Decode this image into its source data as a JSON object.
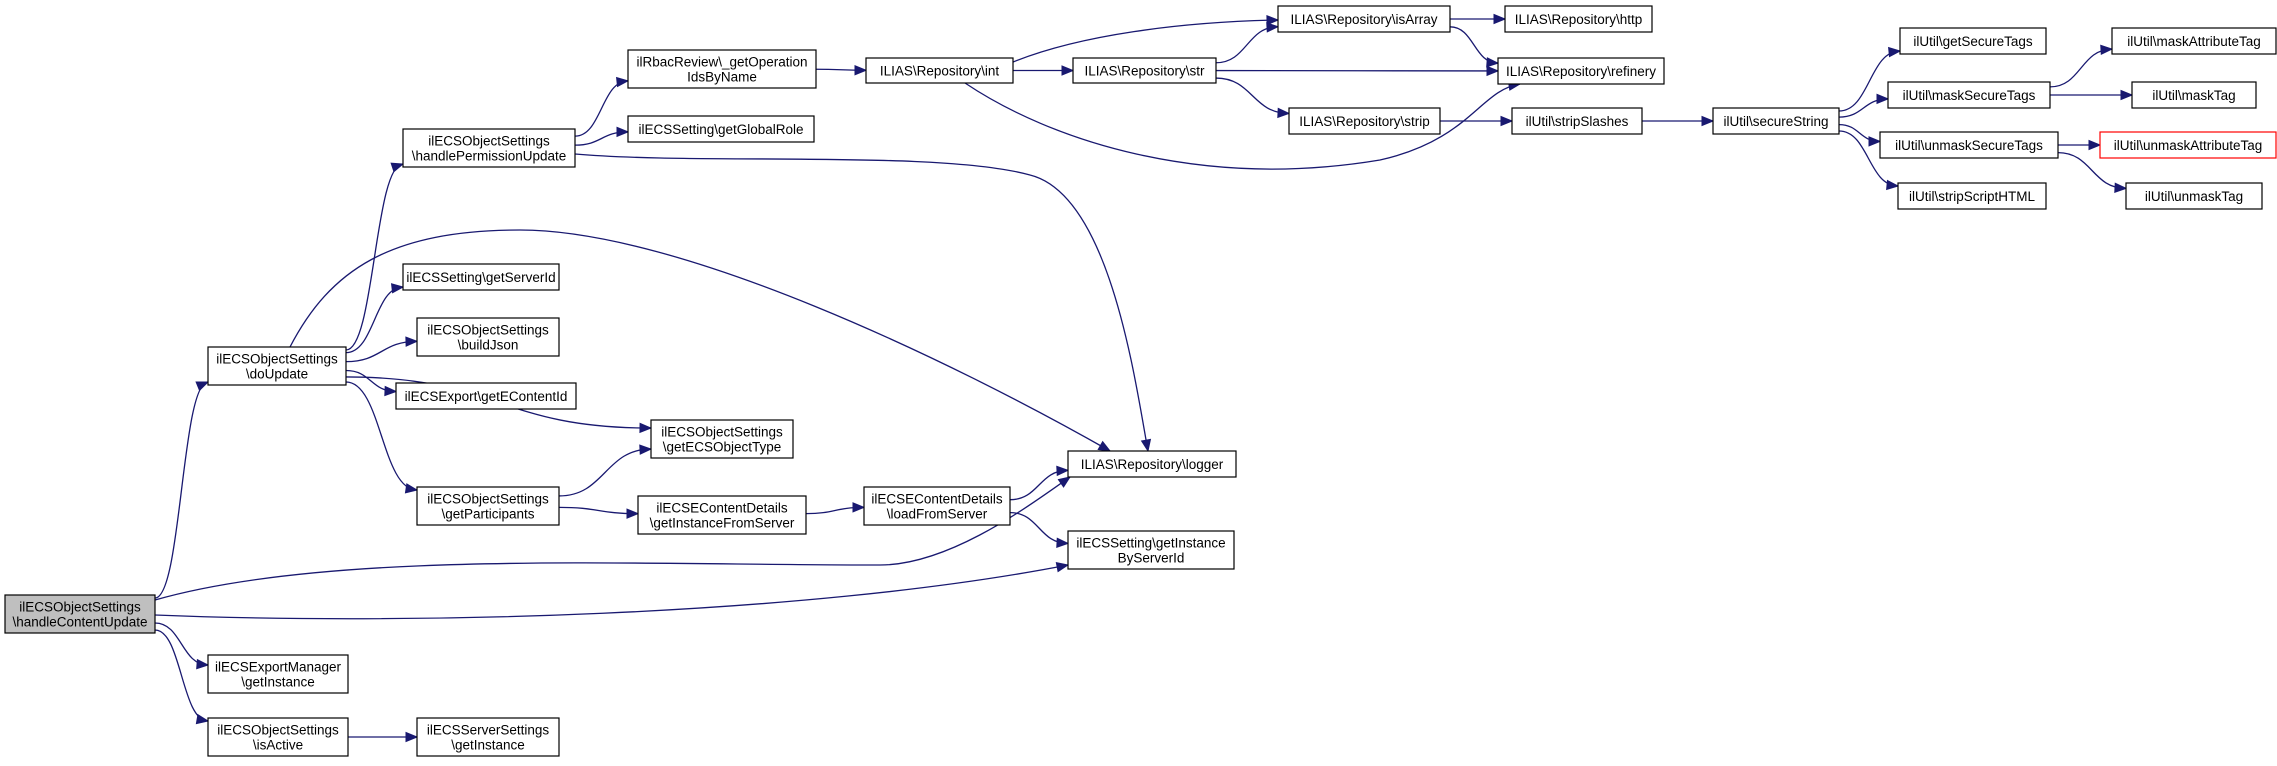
{
  "colors": {
    "edge": "#191970",
    "node_border": "#000000",
    "node_border_highlight": "#ff0000",
    "root_fill": "#bfbfbf",
    "node_fill": "#ffffff"
  },
  "nodes": {
    "root": {
      "lines": [
        "ilECSObjectSettings",
        "\\handleContentUpdate"
      ]
    },
    "doUpdate": {
      "lines": [
        "ilECSObjectSettings",
        "\\doUpdate"
      ]
    },
    "exportMgr": {
      "lines": [
        "ilECSExportManager",
        "\\getInstance"
      ]
    },
    "isActive": {
      "lines": [
        "ilECSObjectSettings",
        "\\isActive"
      ]
    },
    "handlePerm": {
      "lines": [
        "ilECSObjectSettings",
        "\\handlePermissionUpdate"
      ]
    },
    "getServerId": {
      "lines": [
        "ilECSSetting\\getServerId"
      ]
    },
    "buildJson": {
      "lines": [
        "ilECSObjectSettings",
        "\\buildJson"
      ]
    },
    "getEContentId": {
      "lines": [
        "ilECSExport\\getEContentId"
      ]
    },
    "getParticipants": {
      "lines": [
        "ilECSObjectSettings",
        "\\getParticipants"
      ]
    },
    "serverSettings": {
      "lines": [
        "ilECSServerSettings",
        "\\getInstance"
      ]
    },
    "rbacReview": {
      "lines": [
        "ilRbacReview\\_getOperation",
        "IdsByName"
      ]
    },
    "getGlobalRole": {
      "lines": [
        "ilECSSetting\\getGlobalRole"
      ]
    },
    "getECSObjectType": {
      "lines": [
        "ilECSObjectSettings",
        "\\getECSObjectType"
      ]
    },
    "getInstanceFromServer": {
      "lines": [
        "ilECSEContentDetails",
        "\\getInstanceFromServer"
      ]
    },
    "loadFromServer": {
      "lines": [
        "ilECSEContentDetails",
        "\\loadFromServer"
      ]
    },
    "repoInt": {
      "lines": [
        "ILIAS\\Repository\\int"
      ]
    },
    "repoStr": {
      "lines": [
        "ILIAS\\Repository\\str"
      ]
    },
    "repoLogger": {
      "lines": [
        "ILIAS\\Repository\\logger"
      ]
    },
    "getInstanceByServerId": {
      "lines": [
        "ilECSSetting\\getInstance",
        "ByServerId"
      ]
    },
    "repoIsArray": {
      "lines": [
        "ILIAS\\Repository\\isArray"
      ]
    },
    "repoStrip": {
      "lines": [
        "ILIAS\\Repository\\strip"
      ]
    },
    "repoHttp": {
      "lines": [
        "ILIAS\\Repository\\http"
      ]
    },
    "repoRefinery": {
      "lines": [
        "ILIAS\\Repository\\refinery"
      ]
    },
    "stripSlashes": {
      "lines": [
        "ilUtil\\stripSlashes"
      ]
    },
    "secureString": {
      "lines": [
        "ilUtil\\secureString"
      ]
    },
    "getSecureTags": {
      "lines": [
        "ilUtil\\getSecureTags"
      ]
    },
    "maskSecureTags": {
      "lines": [
        "ilUtil\\maskSecureTags"
      ]
    },
    "unmaskSecureTags": {
      "lines": [
        "ilUtil\\unmaskSecureTags"
      ]
    },
    "stripScriptHTML": {
      "lines": [
        "ilUtil\\stripScriptHTML"
      ]
    },
    "maskAttributeTag": {
      "lines": [
        "ilUtil\\maskAttributeTag"
      ]
    },
    "maskTag": {
      "lines": [
        "ilUtil\\maskTag"
      ]
    },
    "unmaskAttributeTag": {
      "lines": [
        "ilUtil\\unmaskAttributeTag"
      ]
    },
    "unmaskTag": {
      "lines": [
        "ilUtil\\unmaskTag"
      ]
    }
  },
  "edges": [
    [
      "root",
      "doUpdate"
    ],
    [
      "root",
      "repoLogger"
    ],
    [
      "root",
      "getInstanceByServerId"
    ],
    [
      "root",
      "exportMgr"
    ],
    [
      "root",
      "isActive"
    ],
    [
      "doUpdate",
      "handlePerm"
    ],
    [
      "doUpdate",
      "repoLogger"
    ],
    [
      "doUpdate",
      "getServerId"
    ],
    [
      "doUpdate",
      "buildJson"
    ],
    [
      "doUpdate",
      "getEContentId"
    ],
    [
      "doUpdate",
      "getECSObjectType"
    ],
    [
      "doUpdate",
      "getParticipants"
    ],
    [
      "isActive",
      "serverSettings"
    ],
    [
      "handlePerm",
      "rbacReview"
    ],
    [
      "handlePerm",
      "getGlobalRole"
    ],
    [
      "handlePerm",
      "repoLogger"
    ],
    [
      "getParticipants",
      "getECSObjectType"
    ],
    [
      "getParticipants",
      "getInstanceFromServer"
    ],
    [
      "getInstanceFromServer",
      "loadFromServer"
    ],
    [
      "loadFromServer",
      "repoLogger"
    ],
    [
      "loadFromServer",
      "getInstanceByServerId"
    ],
    [
      "rbacReview",
      "repoInt"
    ],
    [
      "repoInt",
      "repoStr"
    ],
    [
      "repoInt",
      "repoIsArray"
    ],
    [
      "repoInt",
      "repoRefinery"
    ],
    [
      "repoStr",
      "repoIsArray"
    ],
    [
      "repoStr",
      "repoRefinery"
    ],
    [
      "repoStr",
      "repoStrip"
    ],
    [
      "repoIsArray",
      "repoHttp"
    ],
    [
      "repoIsArray",
      "repoRefinery"
    ],
    [
      "repoStrip",
      "stripSlashes"
    ],
    [
      "stripSlashes",
      "secureString"
    ],
    [
      "secureString",
      "getSecureTags"
    ],
    [
      "secureString",
      "maskSecureTags"
    ],
    [
      "secureString",
      "unmaskSecureTags"
    ],
    [
      "secureString",
      "stripScriptHTML"
    ],
    [
      "maskSecureTags",
      "maskAttributeTag"
    ],
    [
      "maskSecureTags",
      "maskTag"
    ],
    [
      "unmaskSecureTags",
      "unmaskAttributeTag"
    ],
    [
      "unmaskSecureTags",
      "unmaskTag"
    ]
  ]
}
